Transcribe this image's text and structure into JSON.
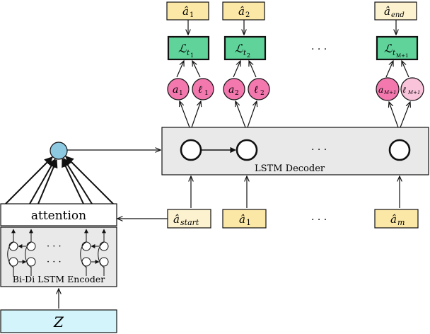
{
  "labels": {
    "decoder": "LSTM Decoder",
    "encoder": "Bi-Di LSTM Encoder",
    "attention": "attention",
    "input": "Z",
    "dots": "· · ·"
  },
  "targets": [
    {
      "base": "â",
      "sub": "1"
    },
    {
      "base": "â",
      "sub": "2"
    },
    {
      "base": "â",
      "sub": "end"
    }
  ],
  "losses": [
    {
      "base": "ℒ",
      "sub": "t",
      "subsub": "1"
    },
    {
      "base": "ℒ",
      "sub": "t",
      "subsub": "2"
    },
    {
      "base": "ℒ",
      "sub": "t",
      "subsub": "M+1"
    }
  ],
  "outputs": [
    {
      "a_base": "a",
      "a_sub": "1",
      "l_base": "ℓ",
      "l_sub": "1"
    },
    {
      "a_base": "a",
      "a_sub": "2",
      "l_base": "ℓ",
      "l_sub": "2"
    },
    {
      "a_base": "a",
      "a_sub": "M+1",
      "l_base": "ℓ",
      "l_sub": "M+1"
    }
  ],
  "inputs": [
    {
      "base": "â",
      "sub": "start"
    },
    {
      "base": "â",
      "sub": "1"
    },
    {
      "base": "â",
      "sub": "m"
    }
  ],
  "colors": {
    "target_fill": "#fbe8a6",
    "target_end_fill": "#fdf2cf",
    "loss_fill": "#5fd39a",
    "out_fill": "#f278ae",
    "out_light_fill": "#f9c3da",
    "decoder_fill": "#e9e9e9",
    "encoder_fill": "#e9e9e9",
    "input_fill": "#d4f4fb",
    "attn_node_fill": "#8ec9e2",
    "stroke": "#111111"
  }
}
